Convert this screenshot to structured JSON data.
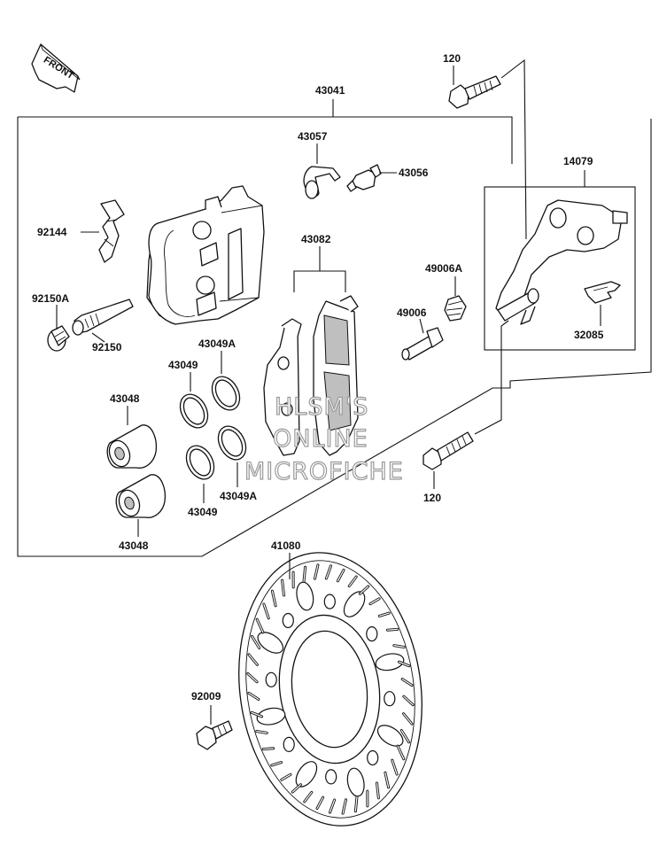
{
  "front_badge": "FRONT",
  "labels": {
    "bolt_top": "120",
    "caliper_assy": "43041",
    "bracket_assy": "14079",
    "bleeder_cap": "43057",
    "bleeder_valve": "43056",
    "pad_spring": "92144",
    "pad_set": "43082",
    "boot_a": "49006A",
    "boot": "49006",
    "plug": "92150A",
    "pin": "92150",
    "spring_bracket": "32085",
    "seal_a_top": "43049A",
    "seal_top": "43049",
    "piston_top": "43048",
    "piston_bottom": "43048",
    "seal_bottom": "43049",
    "seal_a_bottom": "43049A",
    "bolt_bottom": "120",
    "disc": "41080",
    "disc_bolt": "92009"
  },
  "watermark": [
    "HLSM'S",
    "ONLINE",
    "MICROFICHE"
  ]
}
